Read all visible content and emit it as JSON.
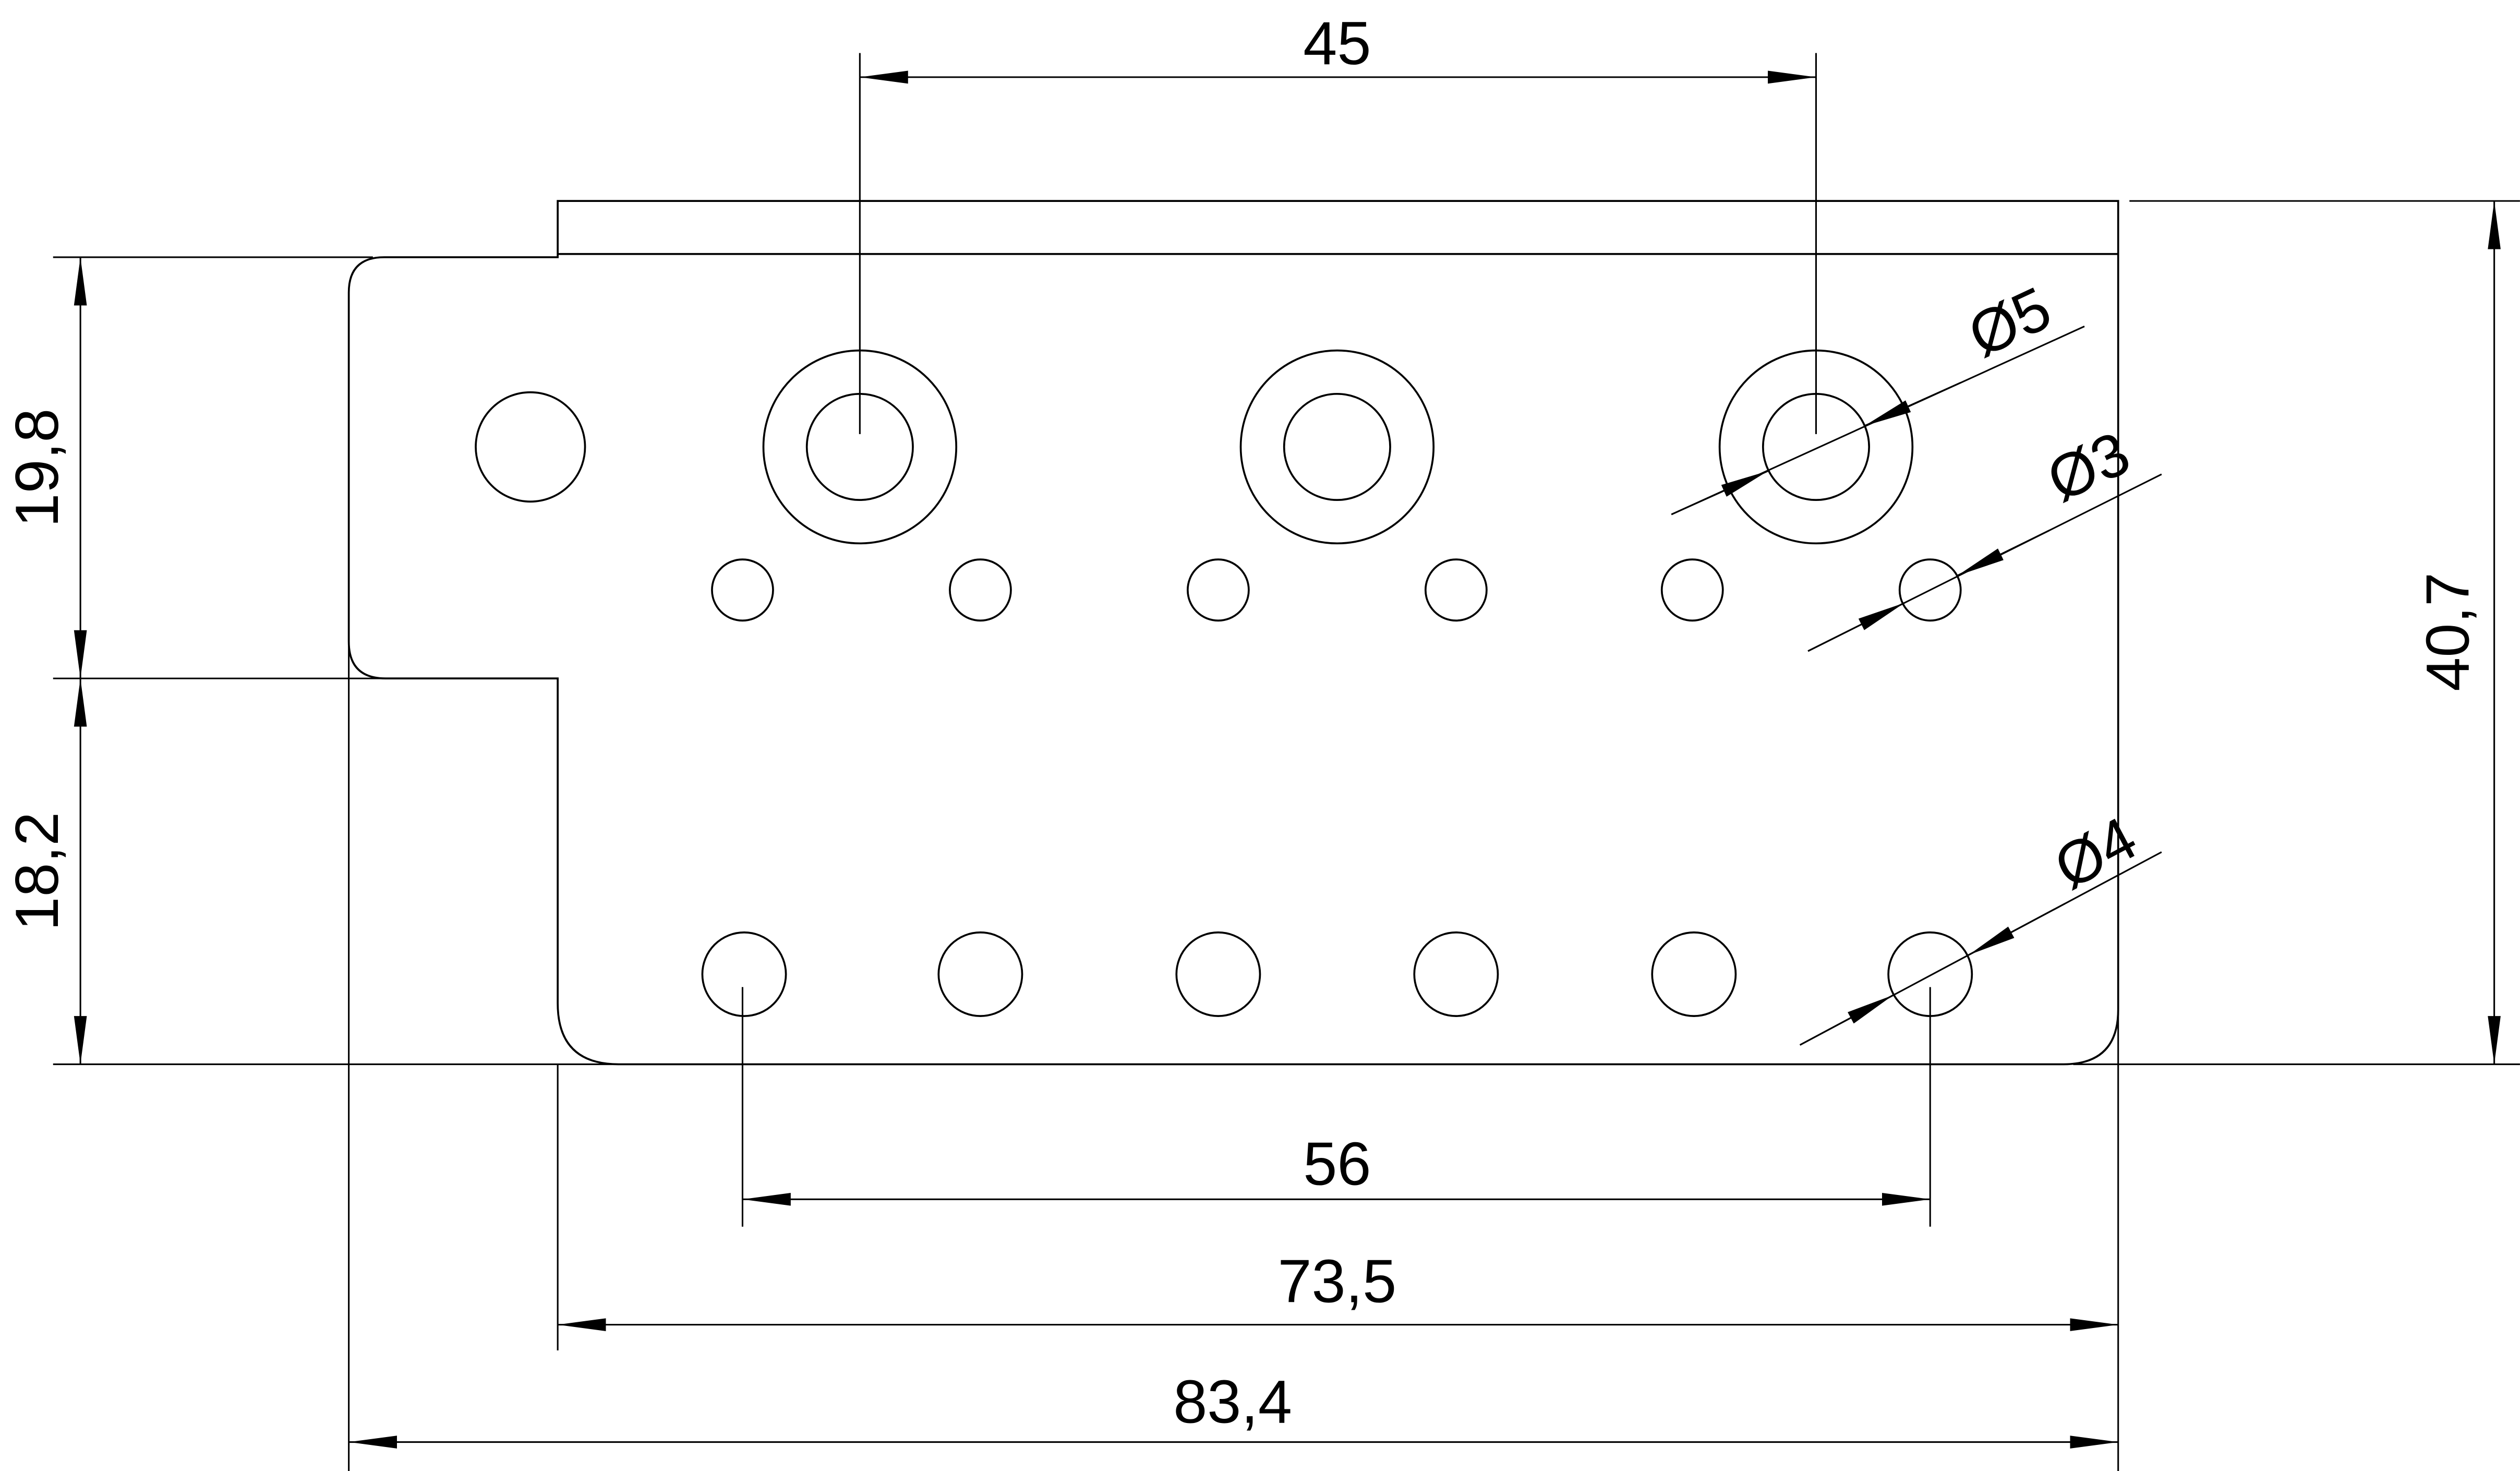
{
  "drawing": {
    "dimensions": {
      "hole_spacing_top": "45",
      "hole_spacing_bottom": "56",
      "inner_width": "73,5",
      "overall_width": "83,4",
      "upper_height": "19,8",
      "lower_height": "18,2",
      "overall_height": "40,7"
    },
    "diameters": {
      "large_hole": "Ø5",
      "small_hole": "Ø3",
      "bottom_hole": "Ø4"
    },
    "colors": {
      "line": "#000000",
      "background": "#ffffff"
    }
  }
}
